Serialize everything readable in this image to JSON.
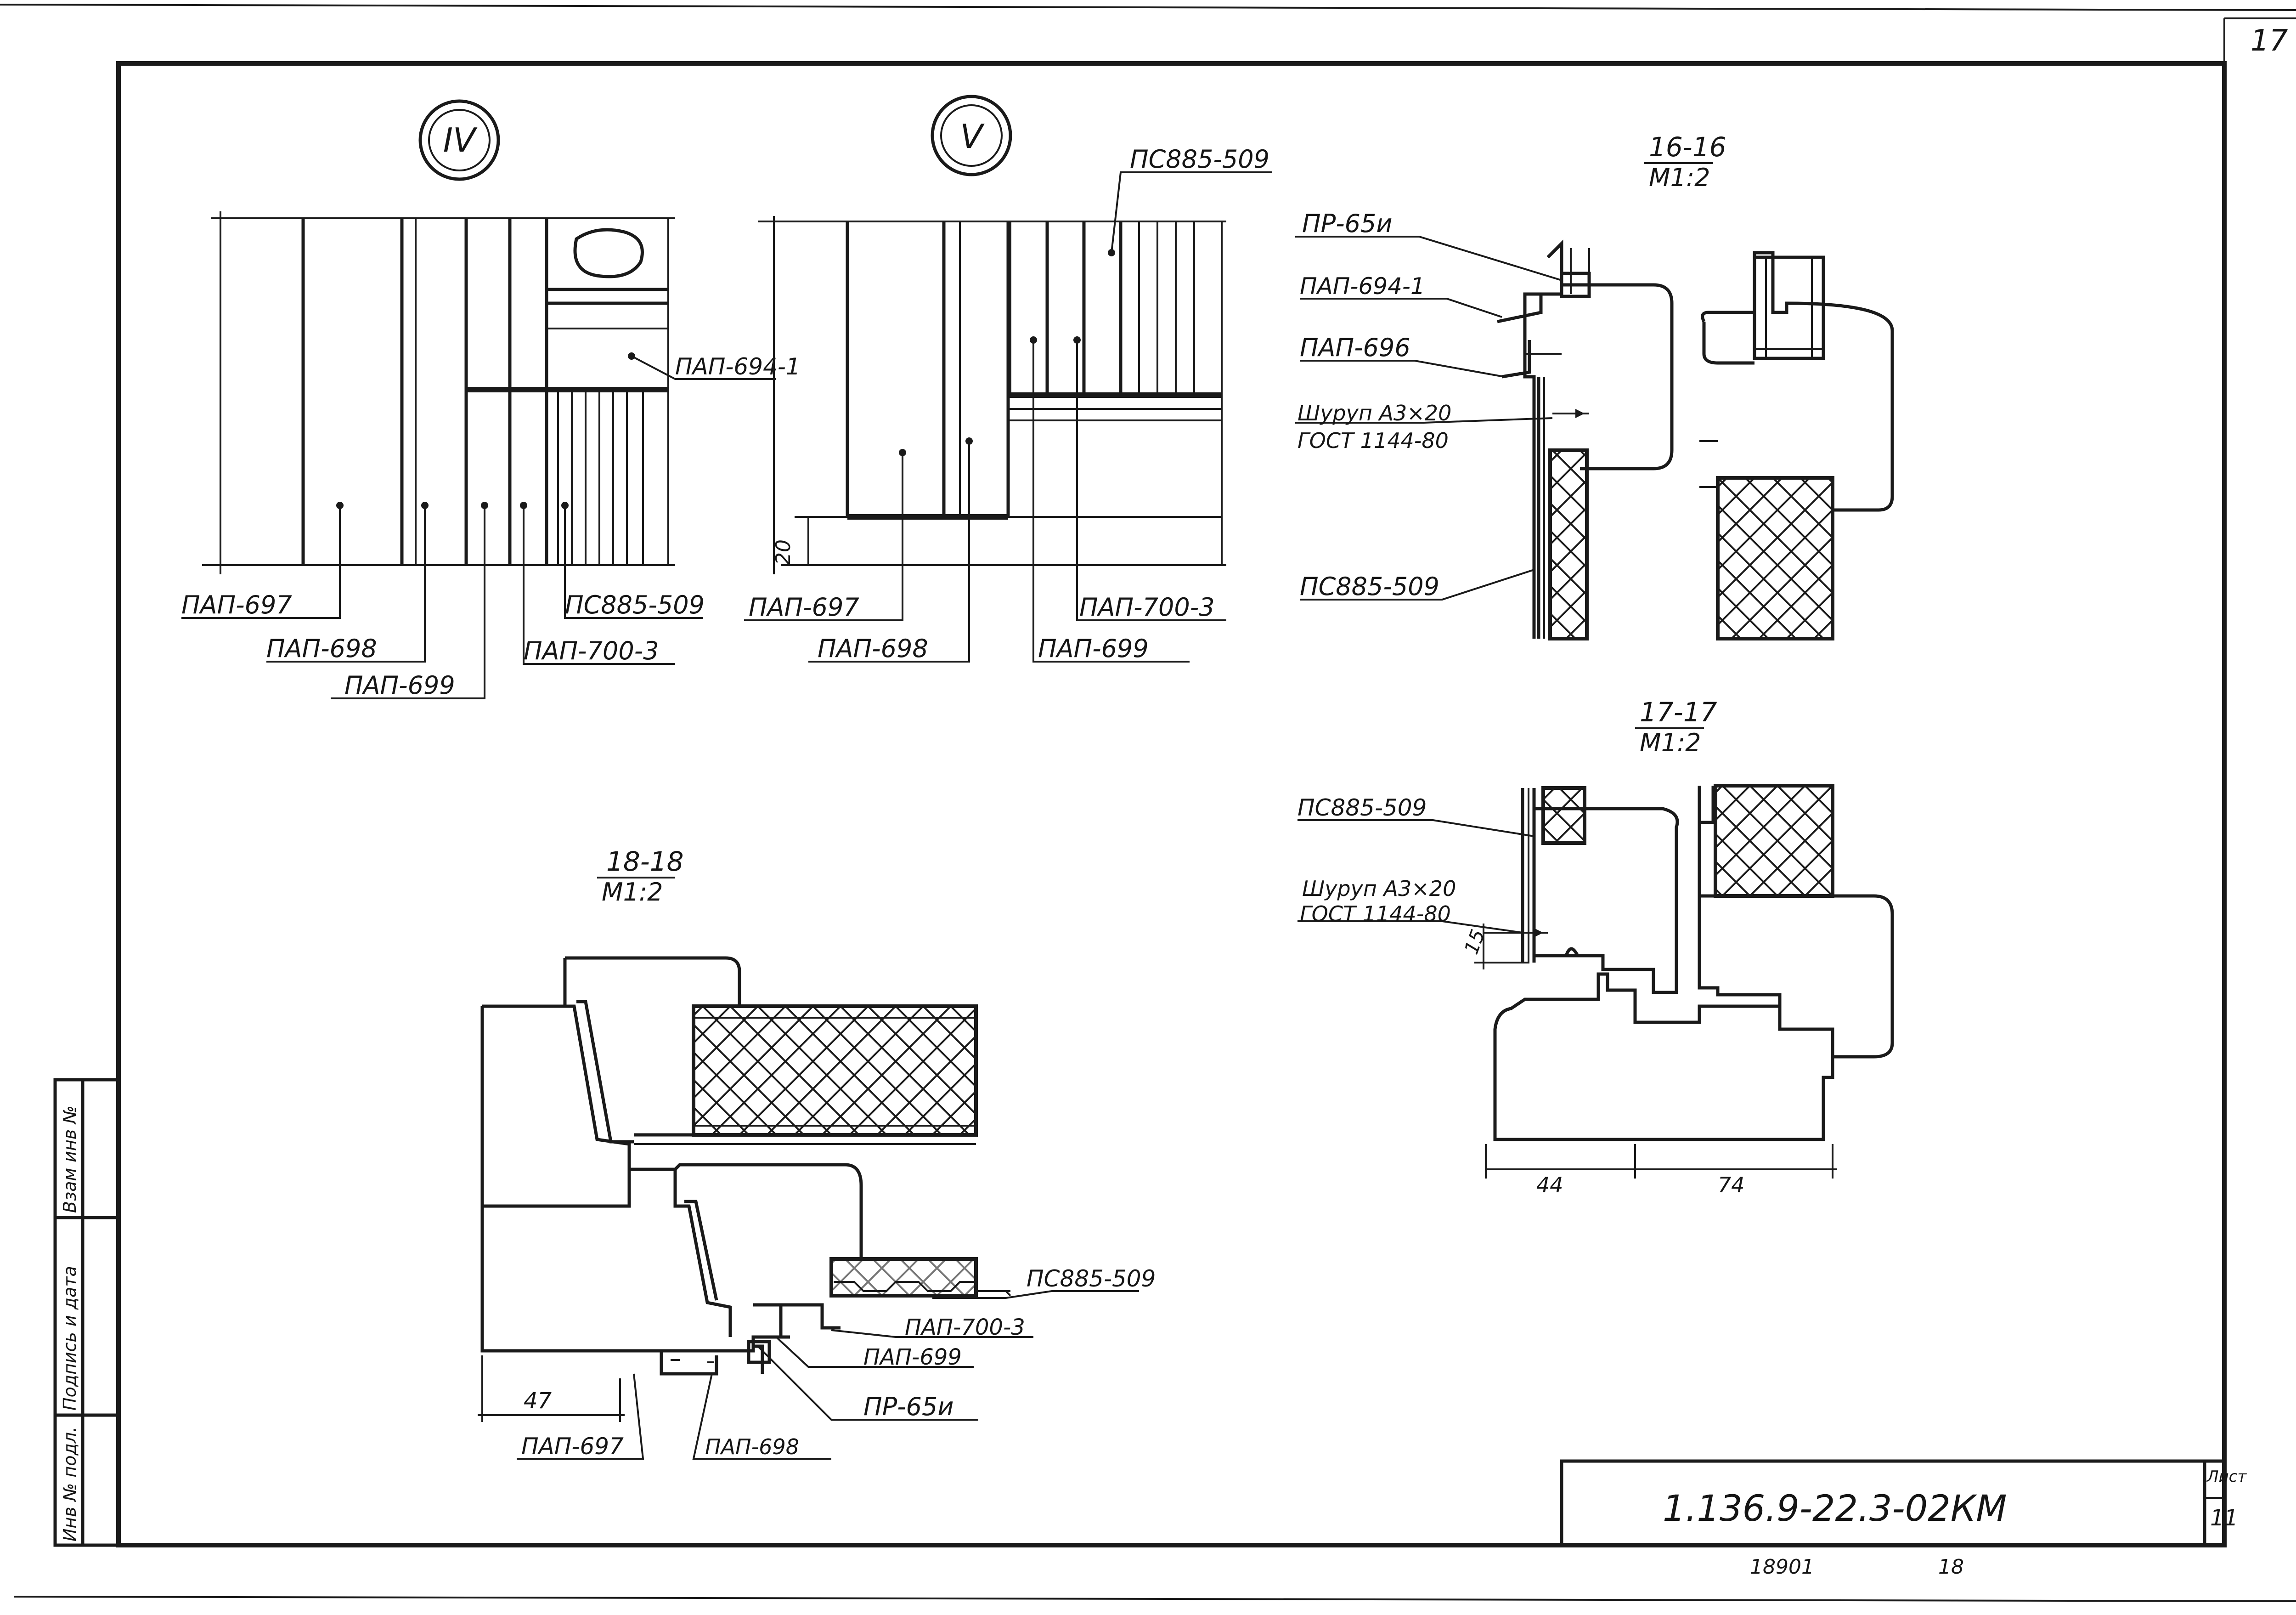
{
  "sheet_number_top": "17",
  "stamp": {
    "code": "1.136.9-22.3-02КМ",
    "sheet_label": "Лист",
    "sheet_value": "11",
    "below_code": "18901",
    "below_num": "18"
  },
  "side_stamp": {
    "cell_1": "Взам инв №",
    "cell_2": "Подпись и дата",
    "cell_3": "Инв № подл."
  },
  "view_iv": {
    "marker": "IV",
    "labels": {
      "pap_694": "ПАП-694-1",
      "pap_697": "ПАП-697",
      "pap_698": "ПАП-698",
      "pap_699": "ПАП-699",
      "pap_700": "ПАП-700-3",
      "ps_885": "ПС885-509"
    }
  },
  "view_v": {
    "marker": "V",
    "dim_20": "20",
    "labels": {
      "ps_885": "ПС885-509",
      "pap_697": "ПАП-697",
      "pap_698": "ПАП-698",
      "pap_699": "ПАП-699",
      "pap_700": "ПАП-700-3"
    }
  },
  "section_16": {
    "title": "16-16",
    "scale": "М1:2",
    "labels": {
      "pr_65": "ПР-65и",
      "pap_694": "ПАП-694-1",
      "pap_696": "ПАП-696",
      "screw": "Шуруп А3×20",
      "gost": "ГОСТ 1144-80",
      "ps_885": "ПС885-509"
    }
  },
  "section_17": {
    "title": "17-17",
    "scale": "М1:2",
    "labels": {
      "ps_885": "ПС885-509",
      "screw": "Шуруп А3×20",
      "gost": "ГОСТ 1144-80",
      "dim_15": "15",
      "dim_44": "44",
      "dim_74": "74"
    }
  },
  "section_18": {
    "title": "18-18",
    "scale": "М1:2",
    "labels": {
      "ps_885": "ПС885-509",
      "pap_700": "ПАП-700-3",
      "pap_699": "ПАП-699",
      "pr_65": "ПР-65и",
      "pap_697": "ПАП-697",
      "pap_698": "ПАП-698",
      "dim_47": "47"
    }
  }
}
